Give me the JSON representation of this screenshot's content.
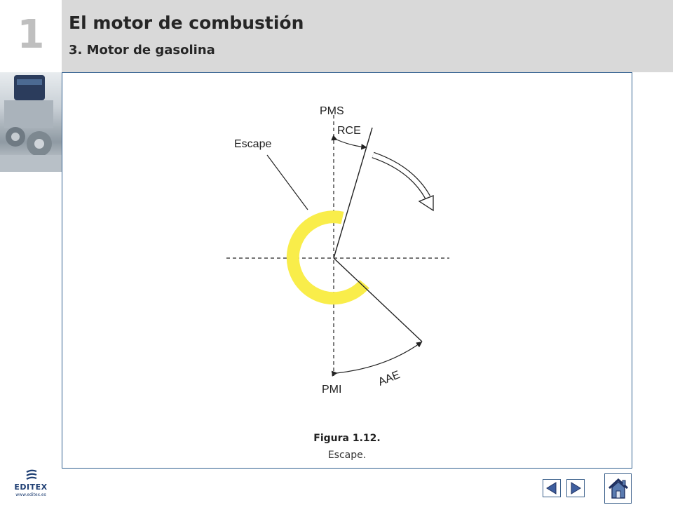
{
  "header": {
    "chapter_number": "1",
    "title": "El motor de combustión",
    "subtitle": "3. Motor de gasolina"
  },
  "diagram": {
    "labels": {
      "top": "PMS",
      "bottom": "PMI",
      "exhaust": "Escape",
      "exhaust_valve_closing": "RCE",
      "exhaust_valve_opening": "AAE"
    },
    "colors": {
      "exhaust_arc": "#f9ed4a",
      "lines": "#222222"
    }
  },
  "caption": {
    "figure": "Figura 1.12.",
    "text": "Escape."
  },
  "branding": {
    "logo_text": "EDITEX",
    "logo_url": "www.editex.es",
    "color": "#1f3f73"
  },
  "navigation": {
    "prev_icon": "triangle-left-icon",
    "next_icon": "triangle-right-icon",
    "home_icon": "home-icon"
  }
}
